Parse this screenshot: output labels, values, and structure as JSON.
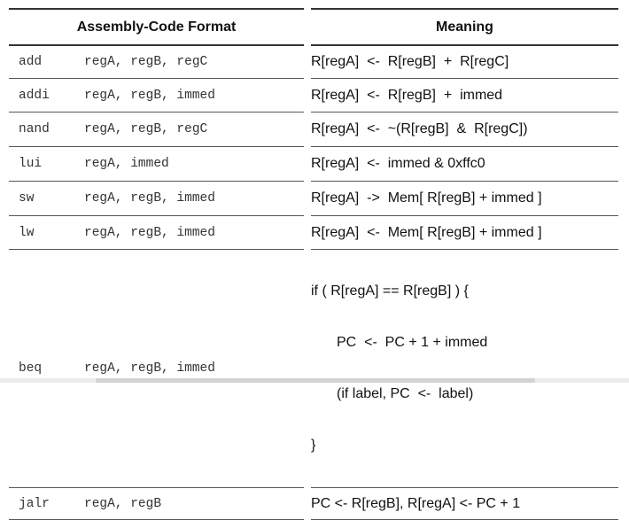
{
  "headers": {
    "assembly": "Assembly-Code Format",
    "meaning": "Meaning"
  },
  "rows": [
    {
      "op": "add",
      "args": "regA, regB, regC",
      "meaning": [
        "R[regA]  <-  R[regB]  +  R[regC]"
      ]
    },
    {
      "op": "addi",
      "args": "regA, regB, immed",
      "meaning": [
        "R[regA]  <-  R[regB]  +  immed"
      ]
    },
    {
      "op": "nand",
      "args": "regA, regB, regC",
      "meaning": [
        "R[regA]  <-  ~(R[regB]  &  R[regC])"
      ]
    },
    {
      "op": "lui",
      "args": "regA, immed",
      "meaning": [
        "R[regA]  <-  immed & 0xffc0"
      ]
    },
    {
      "op": "sw",
      "args": "regA, regB, immed",
      "meaning": [
        "R[regA]  ->  Mem[ R[regB] + immed ]"
      ]
    },
    {
      "op": "lw",
      "args": "regA, regB, immed",
      "meaning": [
        "R[regA]  <-  Mem[ R[regB] + immed ]"
      ]
    },
    {
      "op": "beq",
      "args": "regA, regB, immed",
      "meaning": [
        "if ( R[regA] == R[regB] ) {",
        "PC  <-  PC + 1 + immed",
        "(if label, PC  <-  label)",
        "}"
      ]
    },
    {
      "op": "jalr",
      "args": "regA, regB",
      "meaning": [
        "PC <- R[regB], R[regA] <- PC + 1"
      ]
    }
  ]
}
